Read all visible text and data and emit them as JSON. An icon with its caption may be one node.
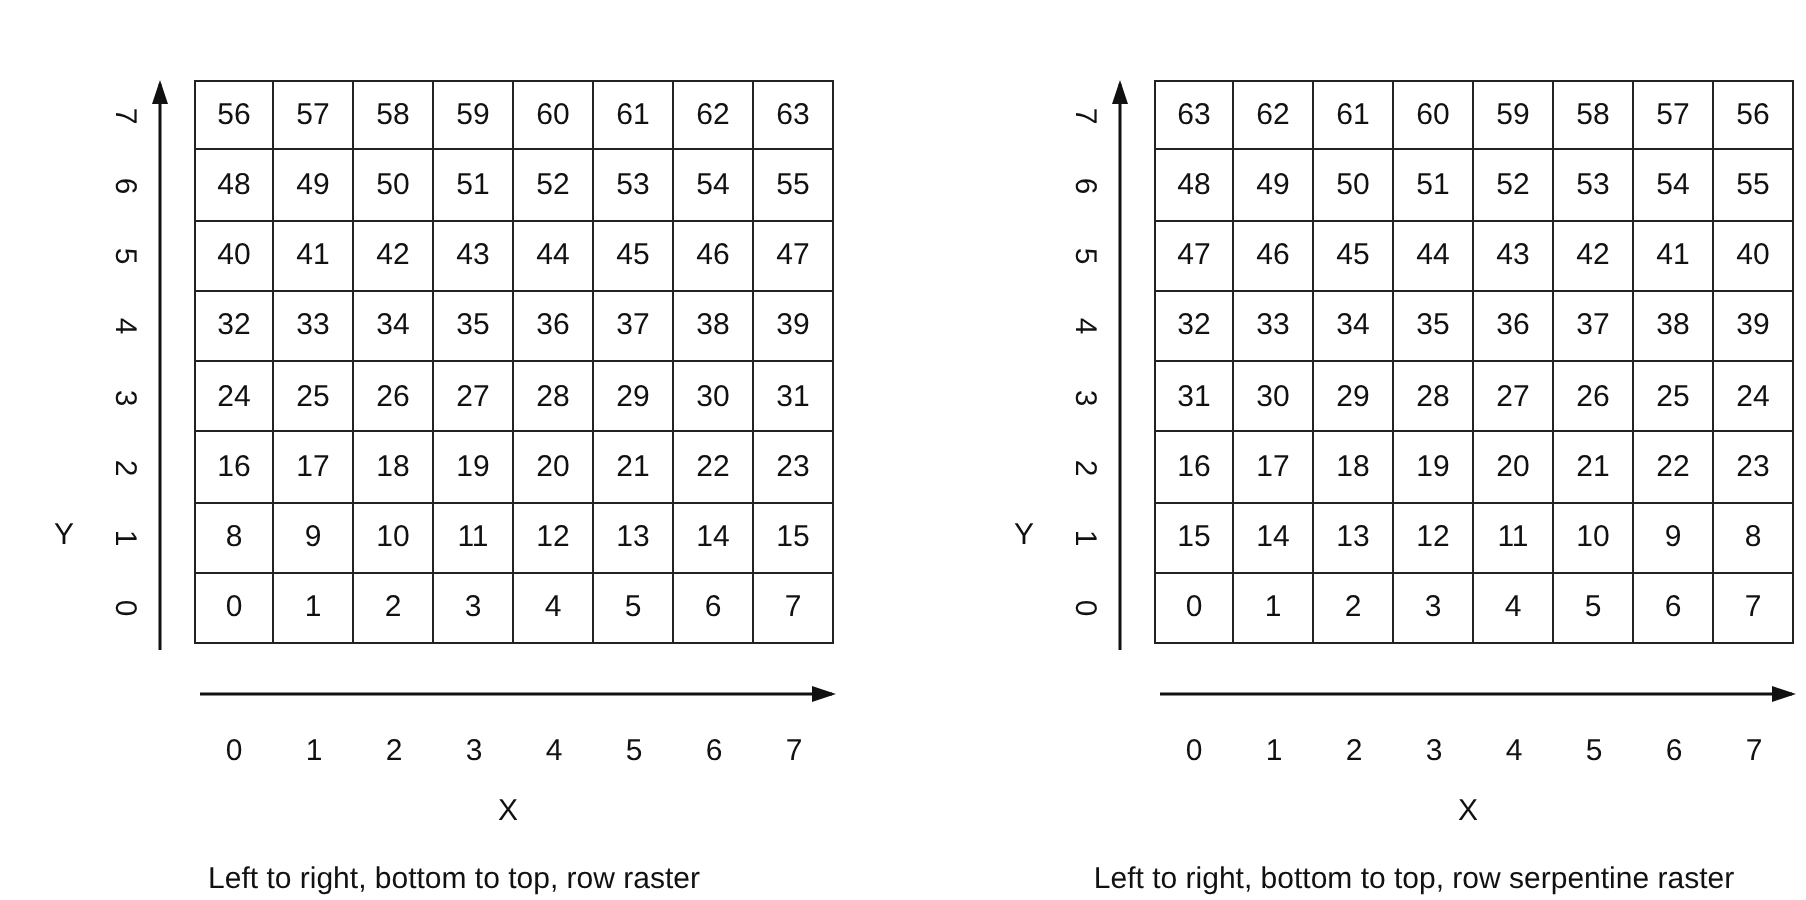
{
  "diagram": {
    "labels": [
      "Y",
      "7",
      "56",
      "57",
      "58",
      "59",
      "60",
      "61",
      "62",
      "63",
      "6",
      "48",
      "49",
      "50",
      "51",
      "52",
      "53",
      "54",
      "55",
      "5",
      "40",
      "41",
      "42",
      "43",
      "44",
      "45",
      "46",
      "47",
      "4",
      "32",
      "33",
      "34",
      "35",
      "36",
      "37",
      "38",
      "39",
      "3",
      "24",
      "25",
      "26",
      "27",
      "28",
      "29",
      "30",
      "31",
      "2",
      "16",
      "17",
      "18",
      "19",
      "20",
      "21",
      "22",
      "23",
      "1",
      "8",
      "9",
      "10",
      "11",
      "12",
      "13",
      "14",
      "15",
      "0",
      "0",
      "1",
      "2",
      "3",
      "4",
      "5",
      "6",
      "7",
      "0",
      "1",
      "2",
      "3",
      "4",
      "5",
      "6",
      "7",
      "X",
      "Left to right, bottom to top, row raster",
      "Y",
      "7",
      "63",
      "62",
      "61",
      "60",
      "59",
      "58",
      "57",
      "56",
      "6",
      "48",
      "49",
      "50",
      "51",
      "52",
      "53",
      "54",
      "55",
      "5",
      "47",
      "46",
      "45",
      "44",
      "43",
      "42",
      "41",
      "40",
      "4",
      "32",
      "33",
      "34",
      "35",
      "36",
      "37",
      "38",
      "39",
      "3",
      "31",
      "30",
      "29",
      "28",
      "27",
      "26",
      "25",
      "24",
      "2",
      "16",
      "17",
      "18",
      "19",
      "20",
      "21",
      "22",
      "23",
      "1",
      "15",
      "14",
      "13",
      "12",
      "11",
      "10",
      "9",
      "8",
      "0",
      "0",
      "1",
      "2",
      "3",
      "4",
      "5",
      "6",
      "7",
      "0",
      "1",
      "2",
      "3",
      "4",
      "5",
      "6",
      "7",
      "X",
      "Left to right, bottom to top, row serpentine raster"
    ]
  }
}
